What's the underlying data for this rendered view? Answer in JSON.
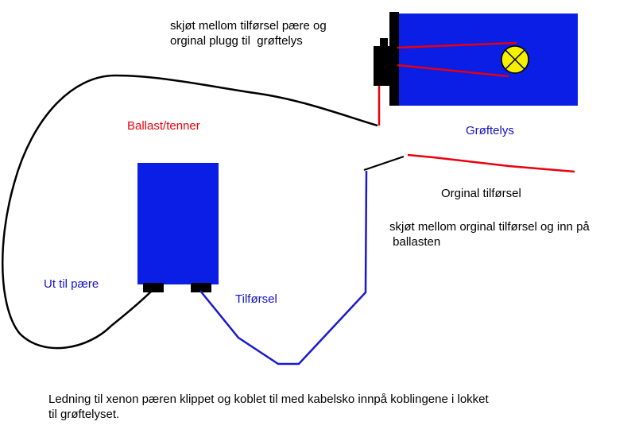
{
  "labels": {
    "joint_top": "skjøt mellom tilførsel pære og\norginal plugg til  grøftelys",
    "ballast": "Ballast/tenner",
    "lamp": "Grøftelys",
    "original_supply": "Orginal tilførsel",
    "joint_right": "skjøt mellom orginal tilførsel og inn på\n ballasten",
    "out_to_bulb": "Ut til pære",
    "supply": "Tilførsel",
    "caption": "Ledning til xenon pæren klippet og koblet til med kabelsko innpå koblingene i lokket\ntil grøftelyset."
  },
  "colors": {
    "lamp_box": "#0a1ee6",
    "ballast_box": "#0a1ee6",
    "red_wire": "#e8000d",
    "blue_wire": "#1a1ad0",
    "black_wire": "#000000",
    "bulb": "#f4f000"
  },
  "icons": {
    "bulb": "lamp-bulb-icon"
  }
}
